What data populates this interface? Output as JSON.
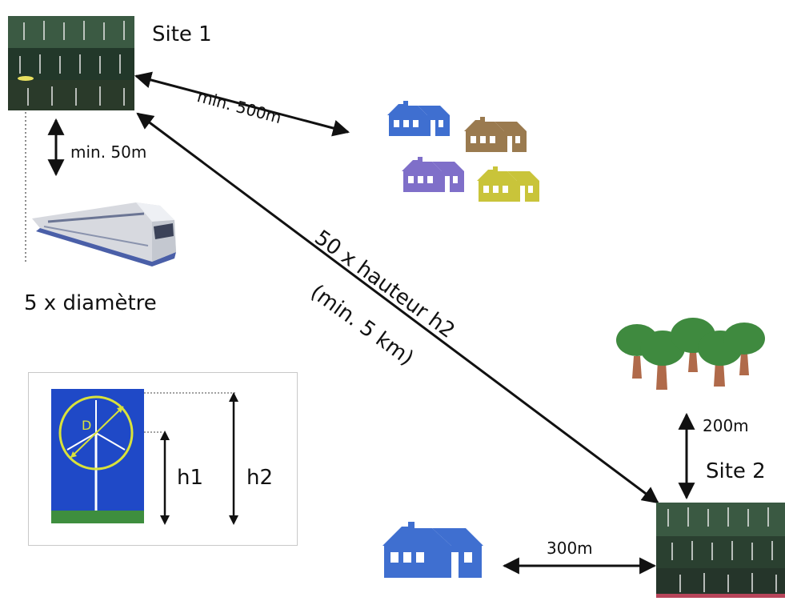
{
  "sites": {
    "site1": {
      "label": "Site 1"
    },
    "site2": {
      "label": "Site 2"
    }
  },
  "distances": {
    "housing_site1": "min. 500m",
    "railway": "min. 50m",
    "diameter_rule": "5 x diamètre",
    "between_sites_line1": "50 x hauteur h2",
    "between_sites_line2": "(min. 5 km)",
    "forest": "200m",
    "house_site2": "300m"
  },
  "turbine_diagram": {
    "diameter_symbol": "D",
    "h1": "h1",
    "h2": "h2"
  },
  "colors": {
    "house_blue": "#3f6fd0",
    "house_brown": "#9a7a4f",
    "house_purple": "#7f6fc9",
    "house_olive": "#c9c43a",
    "tree_green": "#3f8a3f",
    "tree_trunk": "#b06a4a",
    "panel_blue": "#1f49c7",
    "ground_green": "#3e8e3e",
    "turbine_ring": "#d9e23a"
  }
}
